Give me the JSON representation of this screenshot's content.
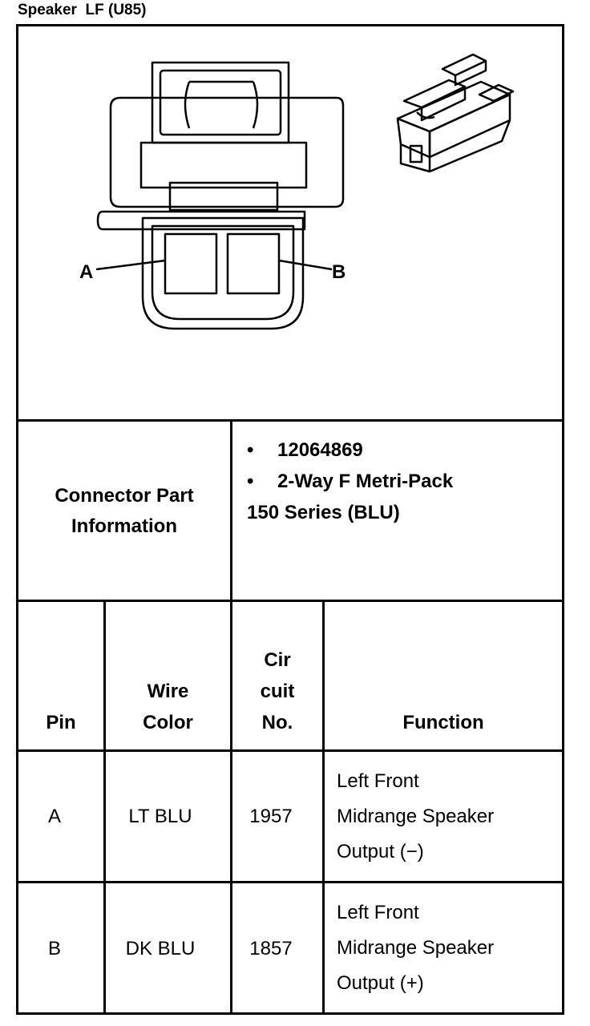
{
  "title": "Speaker  LF (U85)",
  "diagram": {
    "pin_labels": [
      "A",
      "B"
    ]
  },
  "connector_info": {
    "label_line1": "Connector Part",
    "label_line2": "Information",
    "part_number": "12064869",
    "description_line1": "2-Way F Metri-Pack",
    "description_line2": "150 Series (BLU)",
    "bullet": "•"
  },
  "table": {
    "headers": {
      "pin": "Pin",
      "wire_color_line1": "Wire",
      "wire_color_line2": "Color",
      "circuit_line1": "Cir",
      "circuit_line2": "cuit",
      "circuit_line3": "No.",
      "function": "Function"
    },
    "rows": [
      {
        "pin": "A",
        "wire_color": "LT BLU",
        "circuit": "1957",
        "function_line1": "Left Front",
        "function_line2": "Midrange Speaker",
        "function_line3": "Output (−)"
      },
      {
        "pin": "B",
        "wire_color": "DK BLU",
        "circuit": "1857",
        "function_line1": "Left Front",
        "function_line2": "Midrange Speaker",
        "function_line3": "Output (+)"
      }
    ]
  }
}
